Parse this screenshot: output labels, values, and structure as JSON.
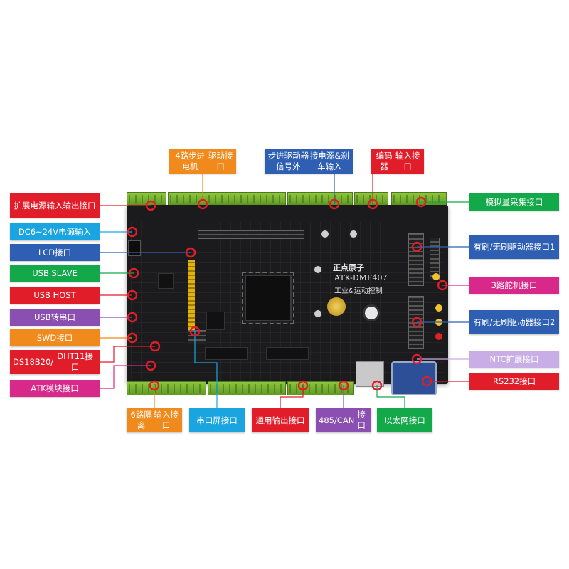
{
  "board": {
    "brand": "正点原子",
    "model": "ATK-DMF407",
    "subtitle": "工业&运动控制"
  },
  "colors": {
    "red": "#e11d2a",
    "blue": "#2f5fb3",
    "cyan": "#1aa5e0",
    "green": "#13a84a",
    "orange": "#f08a1c",
    "purple": "#8a4fb0",
    "magenta": "#d8288a",
    "lavender": "#c9aee6",
    "pcb": "#1b1b1d",
    "terminal": "#7bb531"
  },
  "callouts": [
    {
      "id": "stepper-driver",
      "lines": [
        "4路步进电机",
        "驱动接口"
      ],
      "color": "orange"
    },
    {
      "id": "stepper-signal",
      "lines": [
        "步进驱动器信号外",
        "接电源&刹车输入"
      ],
      "color": "blue"
    },
    {
      "id": "encoder-input",
      "lines": [
        "编码器",
        "输入接口"
      ],
      "color": "red"
    },
    {
      "id": "ext-power-io",
      "lines": [
        "扩展电源",
        "输入输出接口"
      ],
      "color": "red"
    },
    {
      "id": "dc-power-input",
      "lines": [
        "DC6~24V电源输入"
      ],
      "color": "cyan"
    },
    {
      "id": "lcd-interface",
      "lines": [
        "LCD接口"
      ],
      "color": "blue"
    },
    {
      "id": "usb-slave",
      "lines": [
        "USB SLAVE"
      ],
      "color": "green"
    },
    {
      "id": "usb-host",
      "lines": [
        "USB HOST"
      ],
      "color": "red"
    },
    {
      "id": "usb-to-serial",
      "lines": [
        "USB转串口"
      ],
      "color": "purple"
    },
    {
      "id": "swd-interface",
      "lines": [
        "SWD接口"
      ],
      "color": "orange"
    },
    {
      "id": "ds18b20-dht11",
      "lines": [
        "DS18B20/",
        "DHT11接口"
      ],
      "color": "red"
    },
    {
      "id": "atk-module",
      "lines": [
        "ATK模块接口"
      ],
      "color": "magenta"
    },
    {
      "id": "analog-acq",
      "lines": [
        "模拟量采集接口"
      ],
      "color": "green"
    },
    {
      "id": "bldc-driver-1",
      "lines": [
        "有刷/无刷驱动器接",
        "口1"
      ],
      "color": "blue"
    },
    {
      "id": "servo-3ch",
      "lines": [
        "3路舵机接口"
      ],
      "color": "magenta"
    },
    {
      "id": "bldc-driver-2",
      "lines": [
        "有刷/无刷驱动器接",
        "口2"
      ],
      "color": "blue"
    },
    {
      "id": "ntc-ext",
      "lines": [
        "NTC扩展接口"
      ],
      "color": "lavender"
    },
    {
      "id": "rs232",
      "lines": [
        "RS232接口"
      ],
      "color": "red"
    },
    {
      "id": "isolated-input-6",
      "lines": [
        "6路隔离",
        "输入接口"
      ],
      "color": "orange"
    },
    {
      "id": "serial-screen",
      "lines": [
        "串口屏",
        "接口"
      ],
      "color": "cyan"
    },
    {
      "id": "general-output",
      "lines": [
        "通用输出",
        "接口"
      ],
      "color": "red"
    },
    {
      "id": "rs485-can",
      "lines": [
        "485/CAN",
        "接口"
      ],
      "color": "purple"
    },
    {
      "id": "ethernet",
      "lines": [
        "以太网",
        "接口"
      ],
      "color": "green"
    }
  ]
}
